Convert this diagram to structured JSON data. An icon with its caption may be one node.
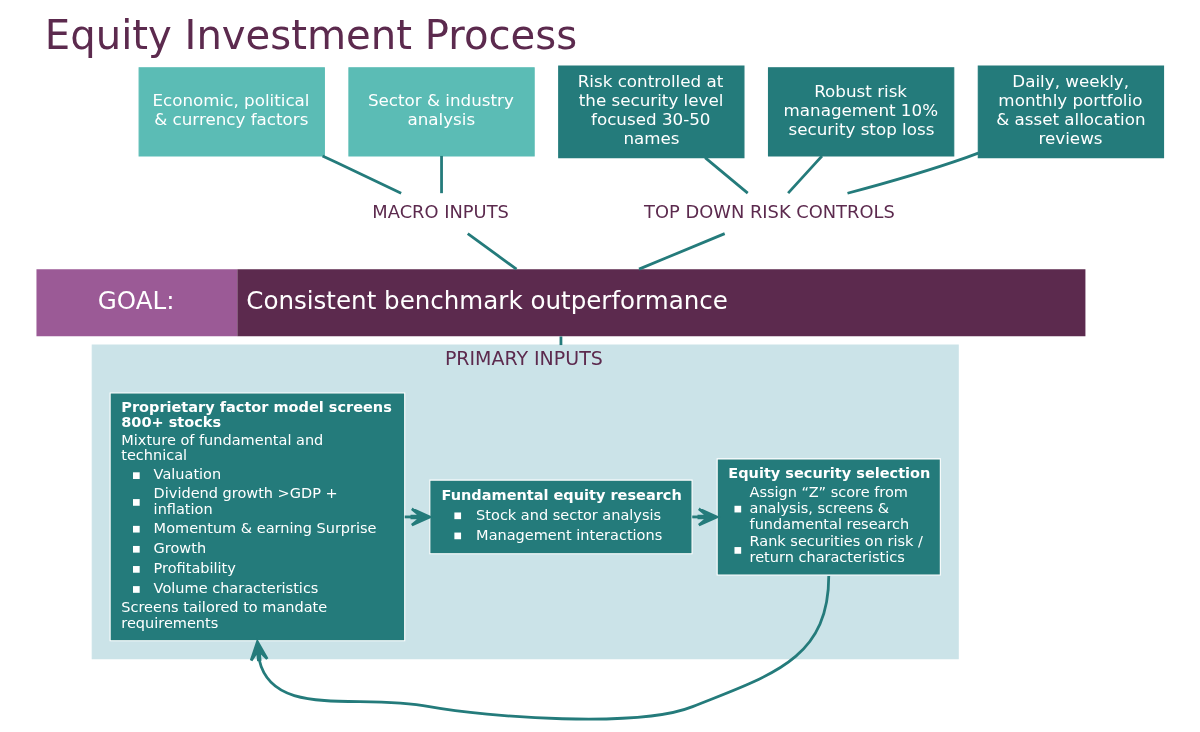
{
  "diagram": {
    "title": "Equity Investment Process",
    "nodes": [
      {
        "text": [
          "Economic, political & currency factors"
        ]
      },
      {
        "text": [
          "Sector & industry analysis"
        ]
      },
      {
        "text": [
          "Risk controlled at the security level focused 30-50 names"
        ]
      },
      {
        "text": [
          "Robust risk management 10% security stop loss"
        ]
      },
      {
        "text": [
          "Daily, weekly, monthly portfolio & asset allocation reviews"
        ]
      },
      {
        "text": [
          "MACRO INPUTS"
        ]
      },
      {
        "text": [
          "TOP DOWN RISK CONTROLS"
        ]
      },
      {
        "text": [
          "GOAL:",
          "Consistent benchmark outperformance"
        ]
      },
      {
        "text": [
          "PRIMARY INPUTS"
        ]
      },
      {
        "text": [
          "Proprietary factor model screens 800+ stocks",
          "Mixture of fundamental and technical",
          "Valuation",
          "Dividend growth >GDP + inflation",
          "Momentum & earning Surprise",
          "Growth",
          "Profitability",
          "Volume characteristics",
          "Screens tailored to mandate requirements"
        ],
        "in": 8
      },
      {
        "text": [
          "Fundamental equity research",
          "Stock and sector analysis",
          "Management interactions"
        ],
        "in": 8
      },
      {
        "text": [
          "Equity security selection",
          "Assign “Z” score from analysis, screens & fundamental research",
          "Rank securities on risk / return characteristics"
        ],
        "in": 8
      }
    ],
    "edges": [
      {
        "from": 0,
        "to": 5,
        "arrow": "none"
      },
      {
        "from": 1,
        "to": 5,
        "arrow": "none"
      },
      {
        "from": 2,
        "to": 6,
        "arrow": "none"
      },
      {
        "from": 3,
        "to": 6,
        "arrow": "none"
      },
      {
        "from": 4,
        "to": 6,
        "arrow": "none"
      },
      {
        "from": 5,
        "to": 7,
        "arrow": "none"
      },
      {
        "from": 6,
        "to": 7,
        "arrow": "none"
      },
      {
        "from": 7,
        "to": 8,
        "arrow": "none"
      },
      {
        "from": 9,
        "to": 10,
        "arrow": "to"
      },
      {
        "from": 10,
        "to": 11,
        "arrow": "to"
      },
      {
        "from": 11,
        "to": 9,
        "arrow": "to"
      }
    ]
  }
}
